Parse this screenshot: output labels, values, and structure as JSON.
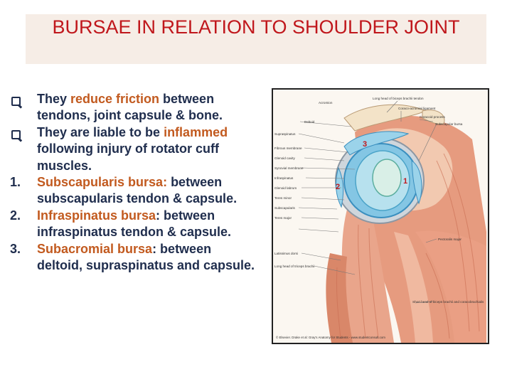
{
  "title": "BURSAE IN RELATION TO SHOULDER JOINT",
  "bullets": [
    {
      "marker": "q",
      "segments": [
        {
          "text": "They ",
          "hl": false
        },
        {
          "text": "reduce friction",
          "hl": true
        },
        {
          "text": " between tendons, joint capsule & bone.",
          "hl": false
        }
      ]
    },
    {
      "marker": "q",
      "segments": [
        {
          "text": "They are liable to be ",
          "hl": false
        },
        {
          "text": "inflammed",
          "hl": true
        },
        {
          "text": " following injury of rotator cuff muscles.",
          "hl": false
        }
      ]
    },
    {
      "marker": "1.",
      "segments": [
        {
          "text": "Subscapularis bursa:",
          "hl": true
        },
        {
          "text": " between subscapularis tendon & capsule.",
          "hl": false
        }
      ]
    },
    {
      "marker": "2.",
      "segments": [
        {
          "text": "Infraspinatus bursa",
          "hl": true
        },
        {
          "text": ": between infraspinatus tendon & capsule.",
          "hl": false
        }
      ]
    },
    {
      "marker": "3.",
      "segments": [
        {
          "text": "Subacromial bursa",
          "hl": true
        },
        {
          "text": ": between deltoid, supraspinatus and capsule.",
          "hl": false
        }
      ]
    }
  ],
  "figure": {
    "numbers": [
      "1",
      "2",
      "3"
    ],
    "labels_left": [
      "Acromion",
      "Deltoid",
      "Supraspinatus",
      "Fibrous membrane",
      "Glenoid cavity",
      "Synovial membrane",
      "Infraspinatus",
      "Glenoid labrum",
      "Teres minor",
      "Subscapularis",
      "Teres major",
      "Latissimus dorsi",
      "Long head of triceps brachii"
    ],
    "labels_right": [
      "Long head of biceps brachii tendon",
      "Coraco-acromial ligament",
      "Coracoid process",
      "Subscapular bursa",
      "Pectoralis major",
      "Short head of biceps brachii and coracobrachialis"
    ],
    "credit": "© Elsevier. Drake et al: Gray's Anatomy for Students - www.studentconsult.com"
  }
}
